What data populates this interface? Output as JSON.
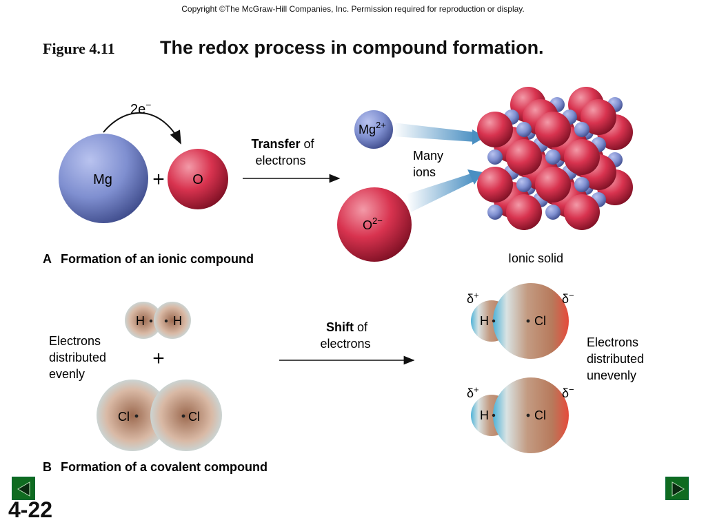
{
  "header": {
    "copyright": "Copyright ©The McGraw-Hill Companies, Inc.  Permission required for reproduction or display.",
    "figure_label": "Figure 4.11",
    "title": "The redox process in compound formation."
  },
  "panel_a": {
    "electron_label": "2e",
    "electron_sup": "−",
    "mg_label": "Mg",
    "plus": "+",
    "o_label": "O",
    "arrow_bold": "Transfer",
    "arrow_rest": " of",
    "arrow_line2": "electrons",
    "mg_ion_base": "Mg",
    "mg_ion_charge": "2+",
    "o_ion_base": "O",
    "o_ion_charge": "2−",
    "many_ions_1": "Many",
    "many_ions_2": "ions",
    "solid_label": "Ionic solid",
    "caption_letter": "A",
    "caption_text": "Formation of an ionic compound"
  },
  "panel_b": {
    "h_label": "H",
    "cl_label": "Cl",
    "plus": "+",
    "even_1": "Electrons",
    "even_2": "distributed",
    "even_3": "evenly",
    "arrow_bold": "Shift",
    "arrow_rest": " of",
    "arrow_line2": "electrons",
    "delta_plus_base": "δ",
    "delta_plus_sign": "+",
    "delta_minus_base": "δ",
    "delta_minus_sign": "−",
    "uneven_1": "Electrons",
    "uneven_2": "distributed",
    "uneven_3": "unevenly",
    "caption_letter": "B",
    "caption_text": "Formation of a covalent compound"
  },
  "footer": {
    "slide_number": "4-22"
  },
  "colors": {
    "magnesium": "#7f8fd0",
    "oxygen": "#d8334f",
    "nav": "#0f6b20",
    "arrow": "#4a8fc2"
  },
  "icons": {
    "prev": "left-triangle-icon",
    "next": "right-triangle-icon"
  }
}
